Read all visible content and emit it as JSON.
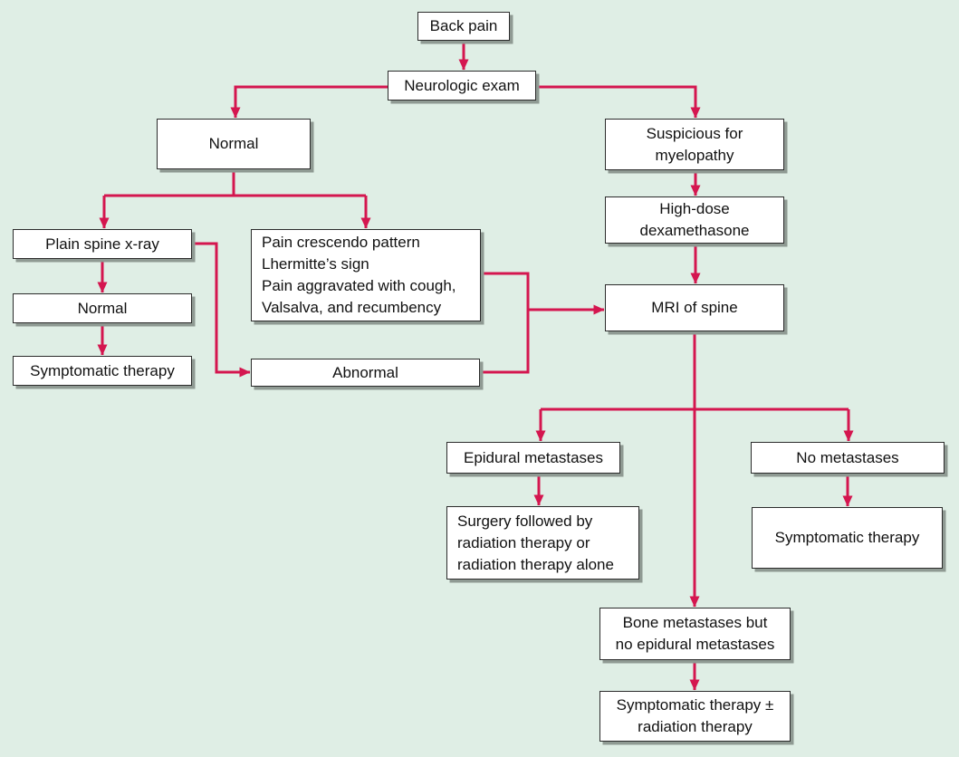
{
  "diagram": {
    "title": "Back pain evaluation flowchart",
    "colors": {
      "background": "#dfeee5",
      "box_fill": "#ffffff",
      "box_border": "#2b2b2b",
      "box_shadow": "#8f9a93",
      "arrow": "#d4164f",
      "text": "#111111"
    },
    "nodes": {
      "back_pain": {
        "label": "Back pain"
      },
      "neurologic_exam": {
        "label": "Neurologic exam"
      },
      "normal_exam": {
        "label": "Normal"
      },
      "suspicious_myelopathy": {
        "label": "Suspicious for\nmyelopathy"
      },
      "plain_spine_xray": {
        "label": "Plain spine x-ray"
      },
      "xray_normal": {
        "label": "Normal"
      },
      "symptomatic_therapy_left": {
        "label": "Symptomatic therapy"
      },
      "pain_crescendo": {
        "label": "Pain crescendo pattern\nLhermitte’s sign\nPain aggravated with cough,\nValsalva, and recumbency"
      },
      "abnormal": {
        "label": "Abnormal"
      },
      "high_dose_dexamethasone": {
        "label": "High-dose\ndexamethasone"
      },
      "mri_of_spine": {
        "label": "MRI of spine"
      },
      "epidural_metastases": {
        "label": "Epidural metastases"
      },
      "no_metastases": {
        "label": "No metastases"
      },
      "surgery_radiation": {
        "label": "Surgery followed by\nradiation therapy or\nradiation therapy alone"
      },
      "symptomatic_therapy_right": {
        "label": "Symptomatic therapy"
      },
      "bone_metastases": {
        "label": "Bone metastases but\nno epidural metastases"
      },
      "symptomatic_radiation": {
        "label": "Symptomatic therapy ±\nradiation therapy"
      }
    }
  }
}
